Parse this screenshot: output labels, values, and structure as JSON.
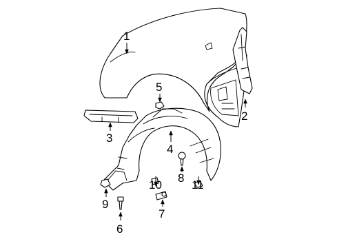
{
  "diagram": {
    "callouts": [
      {
        "id": "c1",
        "number": "1"
      },
      {
        "id": "c2",
        "number": "2"
      },
      {
        "id": "c3",
        "number": "3"
      },
      {
        "id": "c4",
        "number": "4"
      },
      {
        "id": "c5",
        "number": "5"
      },
      {
        "id": "c6",
        "number": "6"
      },
      {
        "id": "c7",
        "number": "7"
      },
      {
        "id": "c8",
        "number": "8"
      },
      {
        "id": "c9",
        "number": "9"
      },
      {
        "id": "c10",
        "number": "10"
      },
      {
        "id": "c11",
        "number": "11"
      }
    ],
    "colors": {
      "line": "#000000",
      "background": "#ffffff"
    }
  }
}
